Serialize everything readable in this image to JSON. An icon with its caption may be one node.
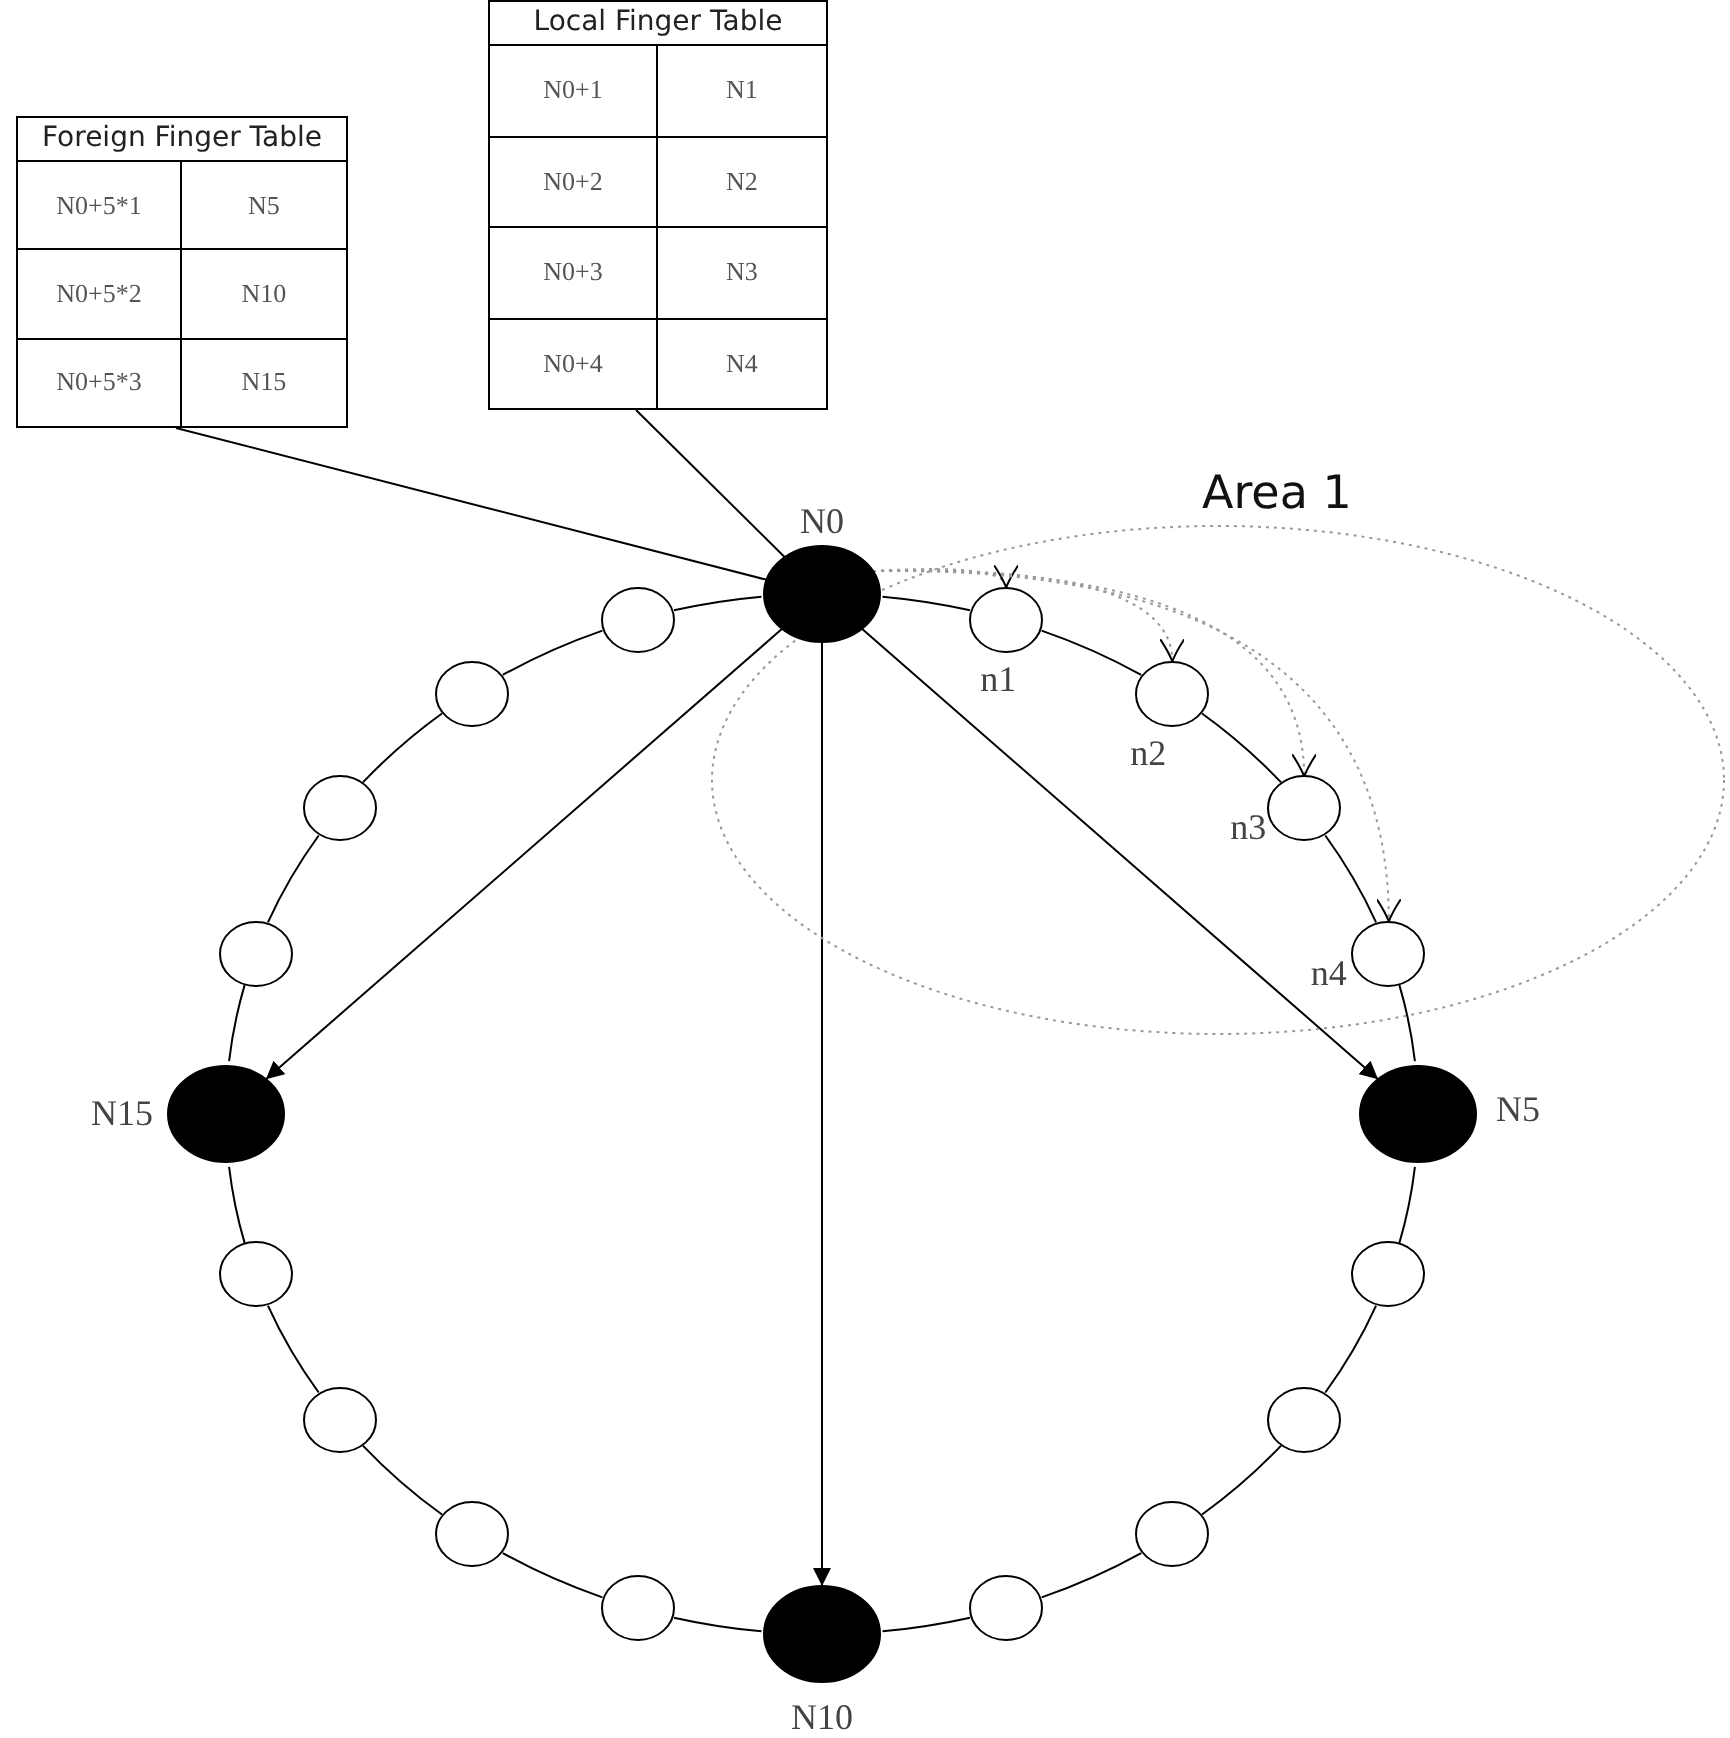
{
  "diagram": {
    "nodes": [
      {
        "text": [
          "Foreign Finger Table",
          "N0+5*1",
          "N5",
          "N0+5*2",
          "N10",
          "N0+5*3",
          "N15"
        ]
      },
      {
        "text": [
          "Local Finger Table",
          "N0+1",
          "N1",
          "N0+2",
          "N2",
          "N0+3",
          "N3",
          "N0+4",
          "N4"
        ]
      },
      {
        "text": [
          "Area 1"
        ]
      },
      {
        "text": [
          "N0"
        ]
      },
      {
        "text": [
          "n1"
        ],
        "in": 2
      },
      {
        "text": [
          "n2"
        ],
        "in": 2
      },
      {
        "text": [
          "n3"
        ],
        "in": 2
      },
      {
        "text": [
          "n4"
        ],
        "in": 2
      },
      {
        "text": [
          "N5"
        ]
      },
      {
        "text": [],
        "shape": "circle"
      },
      {
        "text": [],
        "shape": "circle"
      },
      {
        "text": [],
        "shape": "circle"
      },
      {
        "text": [],
        "shape": "circle"
      },
      {
        "text": [
          "N10"
        ]
      },
      {
        "text": [],
        "shape": "circle"
      },
      {
        "text": [],
        "shape": "circle"
      },
      {
        "text": [],
        "shape": "circle"
      },
      {
        "text": [],
        "shape": "circle"
      },
      {
        "text": [
          "N15"
        ]
      },
      {
        "text": [],
        "shape": "circle"
      },
      {
        "text": [],
        "shape": "circle"
      },
      {
        "text": [],
        "shape": "circle"
      },
      {
        "text": [],
        "shape": "circle"
      }
    ],
    "edges": [
      {
        "from": 0,
        "to": 3,
        "arrow": "none"
      },
      {
        "from": 1,
        "to": 3,
        "arrow": "none"
      },
      {
        "from": 3,
        "to": 4,
        "arrow": "none"
      },
      {
        "from": 4,
        "to": 5,
        "arrow": "none"
      },
      {
        "from": 5,
        "to": 6,
        "arrow": "none"
      },
      {
        "from": 6,
        "to": 7,
        "arrow": "none"
      },
      {
        "from": 7,
        "to": 8,
        "arrow": "none"
      },
      {
        "from": 8,
        "to": 9,
        "arrow": "none"
      },
      {
        "from": 9,
        "to": 10,
        "arrow": "none"
      },
      {
        "from": 10,
        "to": 11,
        "arrow": "none"
      },
      {
        "from": 11,
        "to": 12,
        "arrow": "none"
      },
      {
        "from": 12,
        "to": 13,
        "arrow": "none"
      },
      {
        "from": 13,
        "to": 14,
        "arrow": "none"
      },
      {
        "from": 14,
        "to": 15,
        "arrow": "none"
      },
      {
        "from": 15,
        "to": 16,
        "arrow": "none"
      },
      {
        "from": 16,
        "to": 17,
        "arrow": "none"
      },
      {
        "from": 17,
        "to": 18,
        "arrow": "none"
      },
      {
        "from": 18,
        "to": 19,
        "arrow": "none"
      },
      {
        "from": 19,
        "to": 20,
        "arrow": "none"
      },
      {
        "from": 20,
        "to": 21,
        "arrow": "none"
      },
      {
        "from": 21,
        "to": 22,
        "arrow": "none"
      },
      {
        "from": 22,
        "to": 3,
        "arrow": "none"
      },
      {
        "from": 3,
        "to": 8,
        "arrow": "to"
      },
      {
        "from": 3,
        "to": 13,
        "arrow": "to"
      },
      {
        "from": 3,
        "to": 18,
        "arrow": "to"
      },
      {
        "from": 3,
        "to": 4,
        "arrow": "to",
        "style": "dashed",
        "color": "#999999"
      },
      {
        "from": 3,
        "to": 5,
        "arrow": "to",
        "style": "dashed",
        "color": "#999999"
      },
      {
        "from": 3,
        "to": 6,
        "arrow": "to",
        "style": "dashed",
        "color": "#999999"
      },
      {
        "from": 3,
        "to": 7,
        "arrow": "to",
        "style": "dashed",
        "color": "#999999"
      }
    ]
  }
}
